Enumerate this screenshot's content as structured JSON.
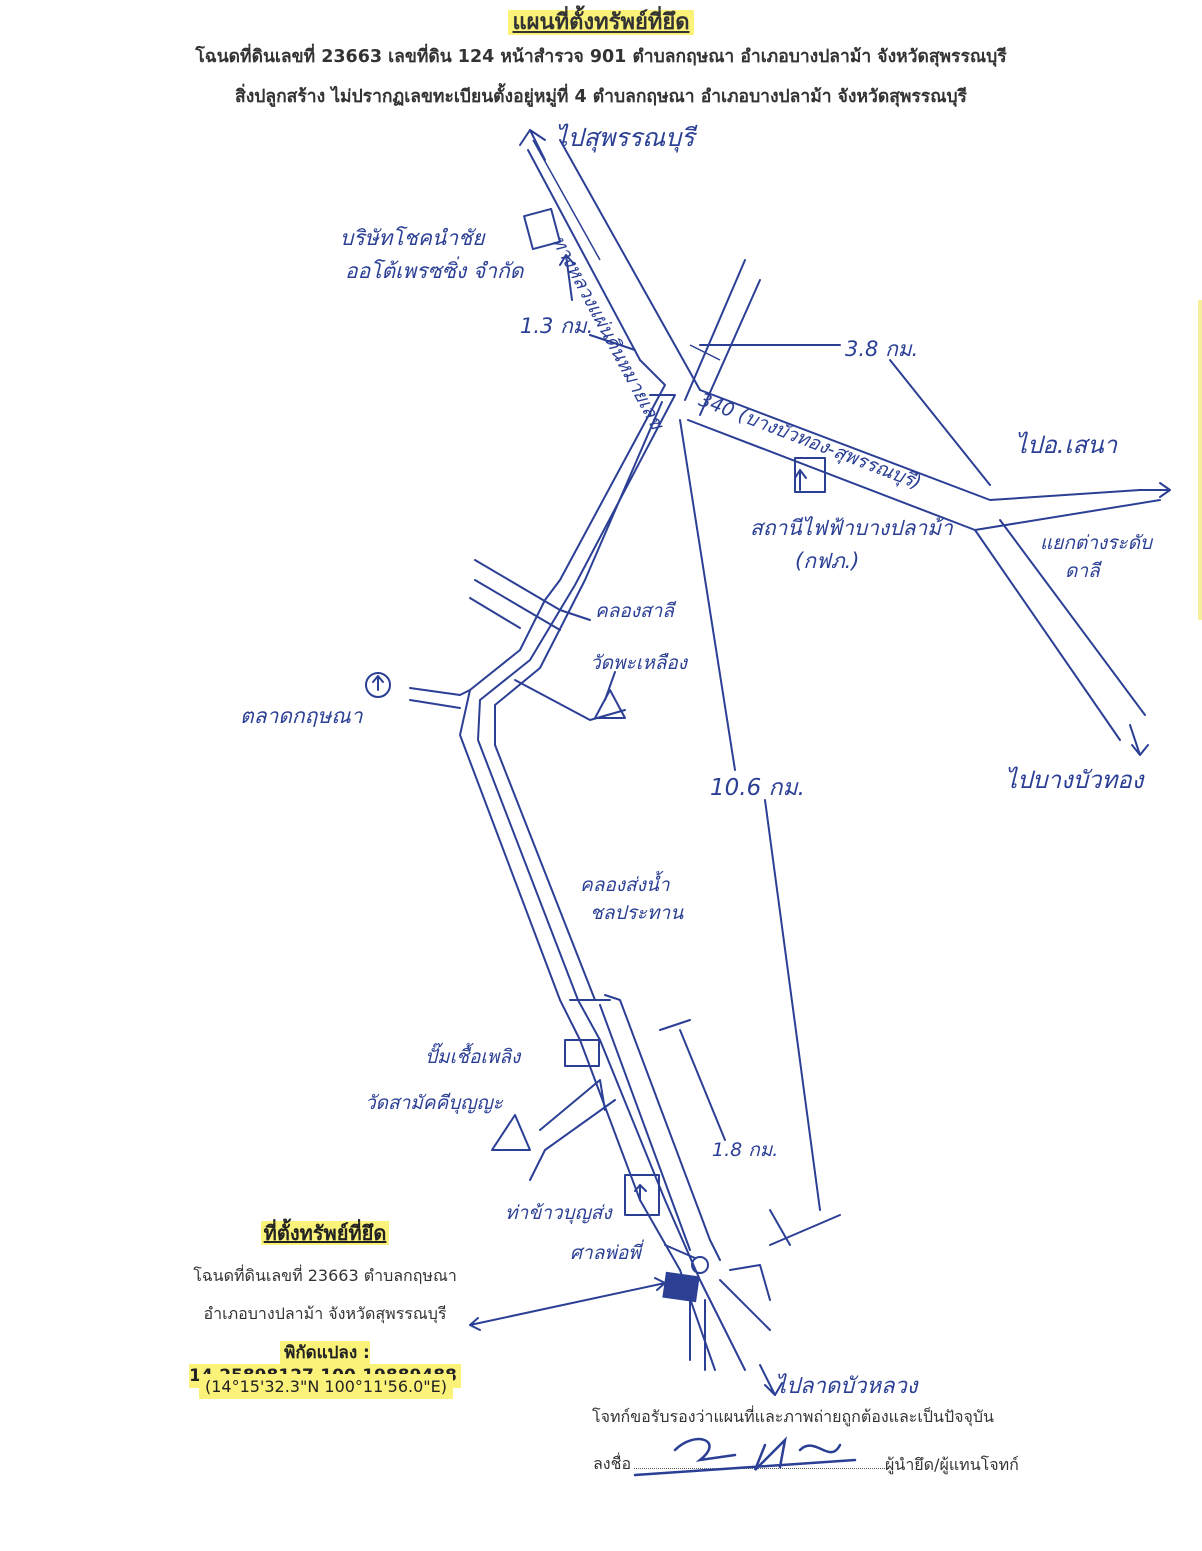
{
  "header": {
    "title": "แผนที่ตั้งทรัพย์ที่ยึด",
    "line1": "โฉนดที่ดินเลขที่ 23663 เลขที่ดิน 124 หน้าสำรวจ 901 ตำบลกฤษณา อำเภอบางปลาม้า จังหวัดสุพรรณบุรี",
    "line2": "สิ่งปลูกสร้าง ไม่ปรากฏเลขทะเบียนตั้งอยู่หมู่ที่ 4 ตำบลกฤษณา อำเภอบางปลาม้า จังหวัดสุพรรณบุรี"
  },
  "handwritten": {
    "to_suphan": "ไปสุพรรณบุรี",
    "company_l1": "บริษัทโชคนำชัย",
    "company_l2": "ออโต้เพรซซิ่ง จำกัด",
    "dist_13": "1.3 กม.",
    "dist_38": "3.8 กม.",
    "road_vertical": "ทางหลวงแผ่นดินหมายเลข",
    "road_diag": "340 (บางบัวทอง-สุพรรณบุรี)",
    "to_sena": "ไปอ.เสนา",
    "power_station_l1": "สถานีไฟฟ้าบางปลาม้า",
    "power_station_l2": "(กฟภ.)",
    "intersection_l1": "แยกต่างระดับ",
    "intersection_l2": "ดาลี",
    "to_bangbuathong": "ไปบางบัวทอง",
    "khlong_sali": "คลองสาลี",
    "wat_phalueng": "วัดพะเหลือง",
    "krishna": "ตลาดกฤษณา",
    "dist_106": "10.6 กม.",
    "khlong_chonprathan_l1": "คลองส่งน้ำ",
    "khlong_chonprathan_l2": "ชลประทาน",
    "gas_station": "ปั๊มเชื้อเพลิง",
    "wat_l1": "วัดสามัคคีบุญญะ",
    "dist_18": "1.8 กม.",
    "pier": "ท่าข้าวบุญส่ง",
    "shrine": "ศาลพ่อพี่",
    "to_lab_lueang": "ไปลาดบัวหลวง"
  },
  "location": {
    "title": "ที่ตั้งทรัพย์ที่ยึด",
    "line1": "โฉนดที่ดินเลขที่ 23663 ตำบลกฤษณา",
    "line2": "อำเภอบางปลาม้า จังหวัดสุพรรณบุรี",
    "coord": "พิกัดแปลง : 14.25898127,100.19889488",
    "dms": "(14°15'32.3\"N 100°11'56.0\"E)"
  },
  "footer": {
    "certify": "โจทก์ขอรับรองว่าแผนที่และภาพถ่ายถูกต้องและเป็นปัจจุบัน",
    "sign_label": "ลงชื่อ",
    "sign_role": "ผู้นำยึด/ผู้แทนโจทก์"
  },
  "colors": {
    "ink": "#2b3f95",
    "highlight": "#fbf27a",
    "text": "#333333"
  }
}
